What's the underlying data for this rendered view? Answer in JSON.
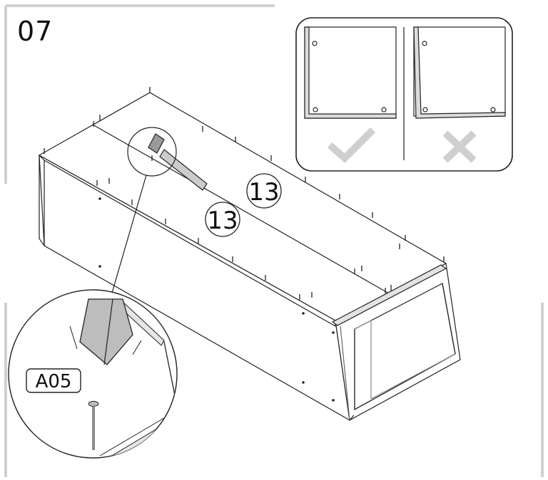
{
  "step": {
    "number": "07"
  },
  "parts": {
    "panel_callout_a": "13",
    "panel_callout_b": "13",
    "nail_code": "A05"
  },
  "icons": {
    "correct": "check-icon",
    "incorrect": "cross-icon"
  },
  "colors": {
    "line": "#222222",
    "frame": "#d0d0d0",
    "icon_gray": "#cfcfcf",
    "hammer_fill": "#cccccc"
  }
}
